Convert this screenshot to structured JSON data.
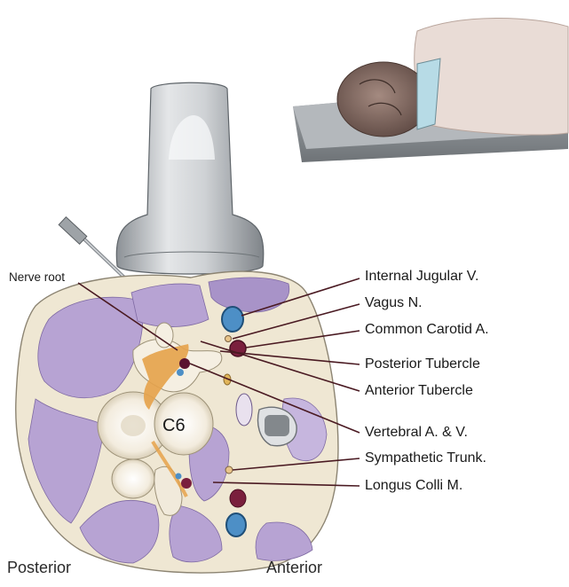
{
  "labels": {
    "nerve_root": "Nerve root",
    "internal_jugular": "Internal Jugular V.",
    "vagus": "Vagus N.",
    "common_carotid": "Common Carotid A.",
    "posterior_tubercle": "Posterior Tubercle",
    "anterior_tubercle": "Anterior Tubercle",
    "vertebral": "Vertebral A. & V.",
    "sympathetic": "Sympathetic Trunk.",
    "longus_colli": "Longus Colli M.",
    "vertebra": "C6",
    "posterior": "Posterior",
    "anterior": "Anterior"
  },
  "colors": {
    "muscle": "#b7a3d3",
    "muscle_dark": "#9a84c0",
    "tissue": "#f1ead8",
    "bone": "#f6f1e6",
    "nerve": "#e6a24a",
    "vein": "#4d8fc6",
    "artery": "#7a1f3d",
    "leader": "#4a1a22",
    "probe": "#b8bcc0"
  }
}
